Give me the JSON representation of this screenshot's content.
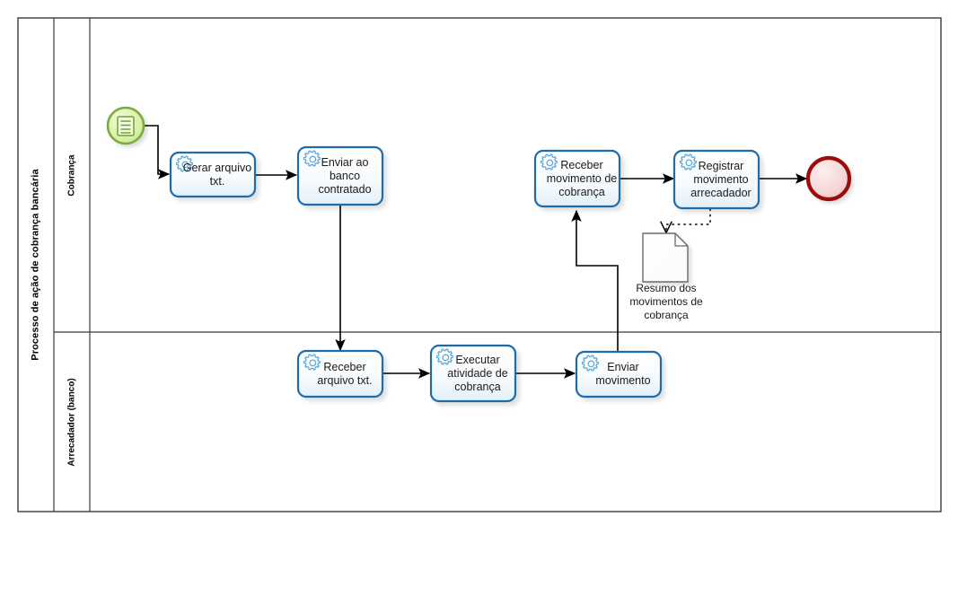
{
  "pool": {
    "title": "Processo de ação de cobrança bancária",
    "lanes": [
      {
        "id": "cobranca",
        "label": "Cobrança"
      },
      {
        "id": "arrecadador",
        "label": "Arrecadador (banco)"
      }
    ]
  },
  "events": [
    {
      "id": "start",
      "type": "start-event",
      "icon": "rule-document-icon",
      "label": "",
      "stroke": "#7aab3f",
      "fill": "#dcf0ae"
    },
    {
      "id": "end",
      "type": "end-event",
      "label": "",
      "stroke": "#991111",
      "fill": "#f6d7d7"
    }
  ],
  "tasks": [
    {
      "id": "gerar-arquivo-txt",
      "label": "Gerar arquivo txt.",
      "lane": "cobranca",
      "icon": "gear-icon"
    },
    {
      "id": "enviar-ao-banco-contratado",
      "label": "Enviar ao banco contratado",
      "lane": "cobranca",
      "icon": "gear-icon"
    },
    {
      "id": "receber-movimento-de-cobranca",
      "label": "Receber movimento de cobrança",
      "lane": "cobranca",
      "icon": "gear-icon"
    },
    {
      "id": "registrar-movimento-arrecadador",
      "label": "Registrar movimento arrecadador",
      "lane": "cobranca",
      "icon": "gear-icon"
    },
    {
      "id": "receber-arquivo-txt",
      "label": "Receber arquivo txt.",
      "lane": "arrecadador",
      "icon": "gear-icon"
    },
    {
      "id": "executar-atividade-de-cobranca",
      "label": "Executar atividade de cobrança",
      "lane": "arrecadador",
      "icon": "gear-icon"
    },
    {
      "id": "enviar-movimento",
      "label": "Enviar movimento",
      "lane": "arrecadador",
      "icon": "gear-icon"
    }
  ],
  "artifacts": [
    {
      "id": "resumo-dos-movimentos",
      "type": "data-object",
      "label": "Resumo dos movimentos de cobrança"
    }
  ],
  "colors": {
    "task_stroke": "#1f6cab",
    "task_fill_top": "#ffffff",
    "task_fill_bottom": "#eaf3fb",
    "pool_stroke": "#3a3a3a",
    "flow_stroke": "#000000",
    "association_stroke": "#000000",
    "start_stroke": "#7aab3f",
    "start_fill": "#dcf0ae",
    "end_stroke": "#991111",
    "end_fill": "#f6d7d7",
    "gear_stroke": "#5aa8d6",
    "data_stroke": "#6a6a6a",
    "background": "#ffffff"
  }
}
